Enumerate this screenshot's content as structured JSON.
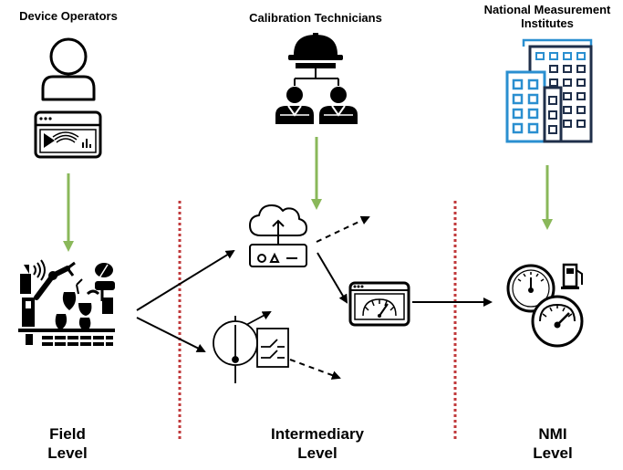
{
  "roles": {
    "device_operators": "Device Operators",
    "calibration_technicians": "Calibration Technicians",
    "nmi_line1": "National Measurement",
    "nmi_line2": "Institutes"
  },
  "levels": {
    "field_line1": "Field",
    "field_line2": "Level",
    "intermediary_line1": "Intermediary",
    "intermediary_line2": "Level",
    "nmi_line1": "NMI",
    "nmi_line2": "Level"
  },
  "colors": {
    "arrow_green": "#8ab85a",
    "divider_red": "#c0393b",
    "nmi_blue": "#2a8fd0",
    "nmi_navy": "#1f2f4a",
    "ink": "#000000"
  },
  "icons": {
    "operator": "user-icon",
    "operator_screen": "video-screen-icon",
    "technicians": "engineers-hardhat-icon",
    "nmi": "office-buildings-icon",
    "field": "smart-farm-robot-icon",
    "cloud_gateway": "cloud-gateway-icon",
    "gauge_device": "gauge-panel-icon",
    "meter_switch": "meter-switch-icon",
    "nmi_gauges": "gauges-icon"
  }
}
